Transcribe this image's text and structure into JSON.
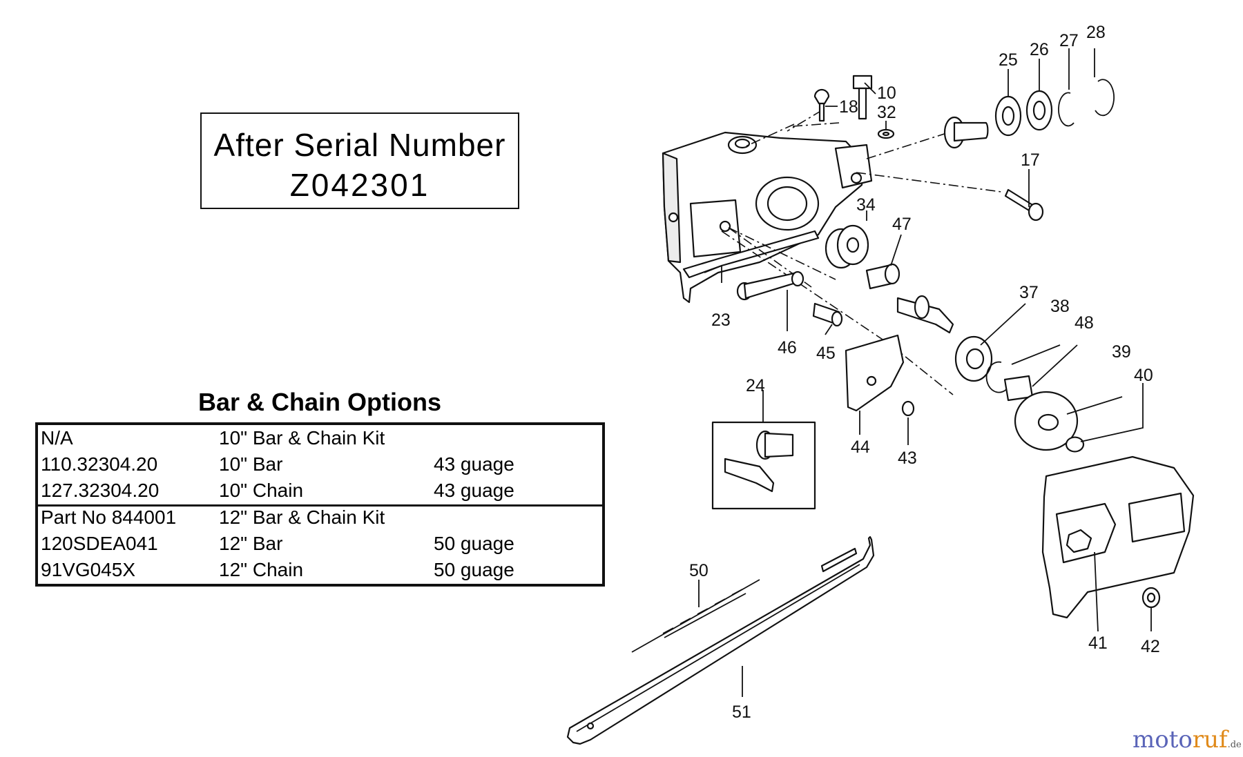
{
  "serial_notice": {
    "line1": "After Serial Number",
    "line2": "Z042301"
  },
  "options": {
    "title": "Bar & Chain Options",
    "groups": [
      {
        "rows": [
          {
            "part": "N/A",
            "desc": "10\" Bar & Chain Kit",
            "gauge": ""
          },
          {
            "part": "110.32304.20",
            "desc": "10\" Bar",
            "gauge": "43 guage"
          },
          {
            "part": "127.32304.20",
            "desc": "10\" Chain",
            "gauge": "43 guage"
          }
        ]
      },
      {
        "rows": [
          {
            "part": "Part No 844001",
            "desc": "12\" Bar & Chain Kit",
            "gauge": ""
          },
          {
            "part": "120SDEA041",
            "desc": "12\" Bar",
            "gauge": "50 guage"
          },
          {
            "part": "91VG045X",
            "desc": "12\" Chain",
            "gauge": "50 guage"
          }
        ]
      }
    ]
  },
  "callouts": {
    "c10": "10",
    "c18": "18",
    "c32": "32",
    "c25": "25",
    "c26": "26",
    "c27": "27",
    "c28": "28",
    "c17": "17",
    "c34": "34",
    "c47": "47",
    "c23": "23",
    "c46": "46",
    "c45": "45",
    "c37": "37",
    "c38": "38",
    "c48": "48",
    "c39": "39",
    "c40": "40",
    "c24": "24",
    "c44": "44",
    "c43": "43",
    "c50": "50",
    "c51": "51",
    "c41": "41",
    "c42": "42"
  },
  "watermark": {
    "part1": "moto",
    "part2": "ruf",
    "part3": ".de"
  }
}
